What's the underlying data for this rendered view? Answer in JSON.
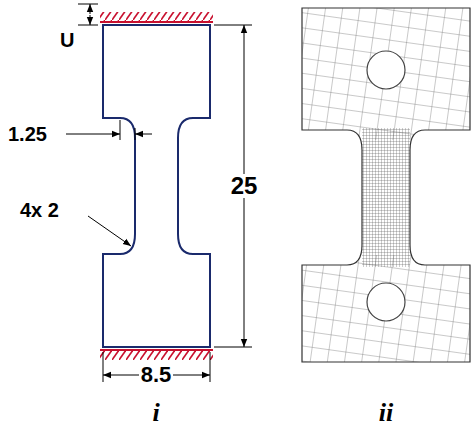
{
  "diagram": {
    "labels": [
      "U",
      "1.25",
      "4x 2",
      "25",
      "8.5",
      "i",
      "ii"
    ]
  }
}
